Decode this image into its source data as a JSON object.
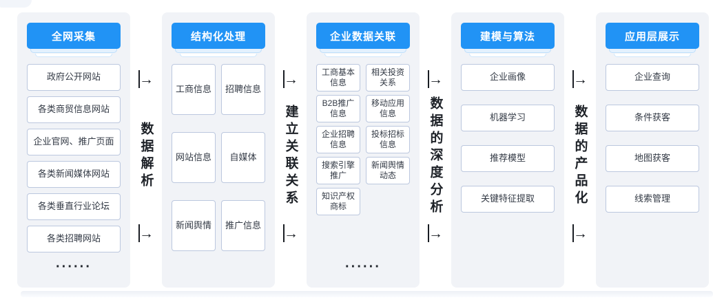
{
  "page": {
    "accent_blue": "#2193f5",
    "panel_bg": "#f1f3f7",
    "box_border": "#bbc7de",
    "text_dark": "#1d2127"
  },
  "glyphs": {
    "arrow": "→",
    "ellipsis": "······"
  },
  "columns": [
    {
      "title": "全网采集",
      "items": [
        "政府公开网站",
        "各类商贸信息网站",
        "企业官网、推广页面",
        "各类新闻媒体网站",
        "各类垂直行业论坛",
        "各类招聘网站"
      ],
      "ellipsis": "······"
    },
    {
      "title": "结构化处理",
      "items": [
        "工商信息",
        "招聘信息",
        "网站信息",
        "自媒体",
        "新闻舆情",
        "推广信息"
      ],
      "ellipsis": ""
    },
    {
      "title": "企业数据关联",
      "items": [
        "工商基本信息",
        "相关投资关系",
        "B2B推广信息",
        "移动应用信息",
        "企业招聘信息",
        "投标招标信息",
        "搜索引擎推广",
        "新闻舆情动态",
        "知识产权商标"
      ],
      "ellipsis": "······"
    },
    {
      "title": "建模与算法",
      "items": [
        "企业画像",
        "机器学习",
        "推荐模型",
        "关键特征提取"
      ],
      "ellipsis": ""
    },
    {
      "title": "应用层展示",
      "items": [
        "企业查询",
        "条件获客",
        "地图获客",
        "线索管理"
      ],
      "ellipsis": ""
    }
  ],
  "connectors": [
    {
      "label": "数据解析"
    },
    {
      "label": "建立关联关系"
    },
    {
      "label": "数据的深度分析"
    },
    {
      "label": "数据的产品化"
    }
  ]
}
